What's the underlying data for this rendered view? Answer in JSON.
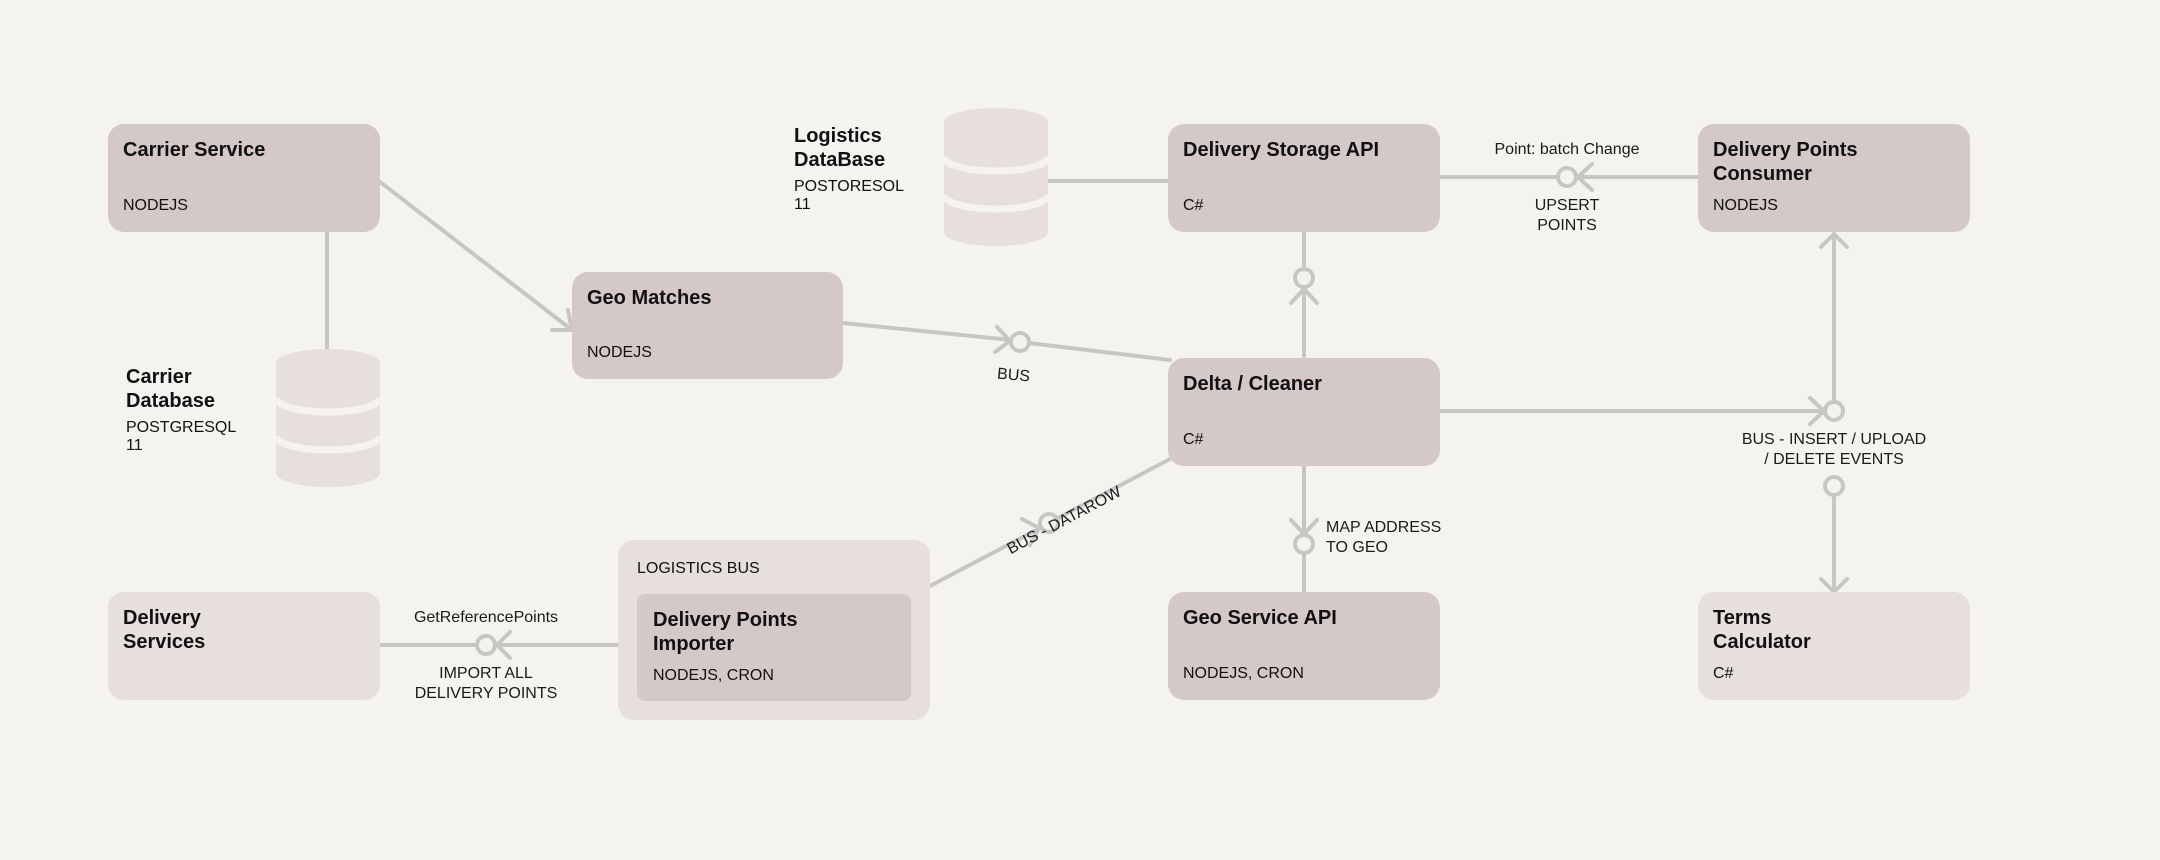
{
  "colors": {
    "background": "#f4f3f0",
    "node_dark": "#d4c8c8",
    "node_light": "#e6dfdd",
    "database": "#e6dfdd",
    "connector": "#c8c6c4",
    "text": "#111111"
  },
  "nodes": {
    "carrier_service": {
      "title": "Carrier Service",
      "tech": "NODEJS"
    },
    "geo_matches": {
      "title": "Geo Matches",
      "tech": "NODEJS"
    },
    "delivery_storage_api": {
      "title": "Delivery Storage API",
      "tech": "C#"
    },
    "delivery_points_consumer": {
      "title": "Delivery Points Consumer",
      "tech": "NODEJS"
    },
    "delta_cleaner": {
      "title": "Delta / Cleaner",
      "tech": "C#"
    },
    "delivery_services": {
      "title": "Delivery Services",
      "tech": ""
    },
    "geo_service_api": {
      "title": "Geo Service API",
      "tech": "NODEJS, CRON"
    },
    "terms_calculator": {
      "title": "Terms Calculator",
      "tech": "C#"
    }
  },
  "group": {
    "label": "LOGISTICS BUS",
    "inner": {
      "title": "Delivery Points Importer",
      "tech": "NODEJS, CRON"
    }
  },
  "databases": {
    "carrier_db": {
      "title": "Carrier Database",
      "tech": "POSTGRESQL 11"
    },
    "logistics_db": {
      "title": "Logistics DataBase",
      "tech": "POSTORESOL 11"
    }
  },
  "edges": {
    "bus": "BUS",
    "point_batch_change": "Point: batch Change",
    "upsert_points": "UPSERT POINTS",
    "bus_insert_upload_delete_1": "BUS - INSERT / UPLOAD",
    "bus_insert_upload_delete_2": "/ DELETE EVENTS",
    "bus_datarow": "BUS - DATAROW",
    "map_address_1": "MAP ADDRESS",
    "map_address_2": "TO GEO",
    "get_reference_points": "GetReferencePoints",
    "import_all_1": "IMPORT ALL",
    "import_all_2": "DELIVERY POINTS"
  }
}
